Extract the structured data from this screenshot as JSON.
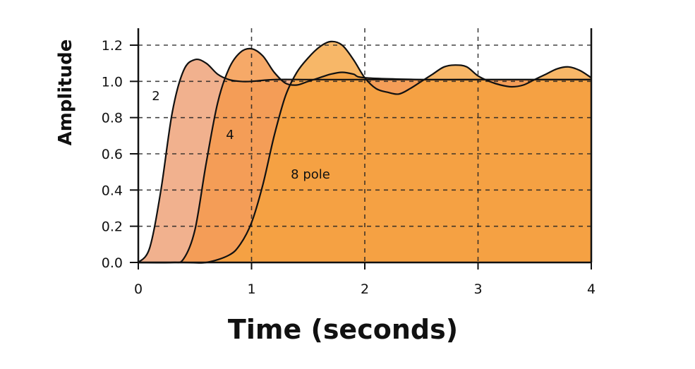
{
  "chart_data": {
    "type": "area",
    "title": "",
    "xlabel": "Time (seconds)",
    "ylabel": "Amplitude",
    "xlim": [
      0,
      4
    ],
    "ylim": [
      0,
      1.2
    ],
    "x_ticks": [
      "0",
      "1",
      "2",
      "3",
      "4"
    ],
    "y_ticks": [
      "0.0",
      "0.2",
      "0.4",
      "0.6",
      "0.8",
      "1.0",
      "1.2"
    ],
    "grid": true,
    "legend": "none",
    "colors": {
      "pole2": "#f0a882",
      "pole4": "#f59a4e",
      "pole8": "#f5a33e",
      "pole8_overshoot": "#f8cf88",
      "axis": "#111111",
      "grid": "#222222"
    },
    "series": [
      {
        "name": "2",
        "x": [
          0,
          0.1,
          0.2,
          0.3,
          0.4,
          0.5,
          0.6,
          0.7,
          0.8,
          0.9,
          1.0,
          1.2,
          1.5,
          1.8,
          2.0,
          2.5,
          3.0,
          3.5,
          4.0
        ],
        "y": [
          0,
          0.08,
          0.4,
          0.83,
          1.06,
          1.12,
          1.1,
          1.04,
          1.01,
          1.0,
          1.0,
          1.01,
          1.01,
          1.01,
          1.01,
          1.01,
          1.01,
          1.01,
          1.01
        ]
      },
      {
        "name": "4",
        "x": [
          0,
          0.3,
          0.4,
          0.5,
          0.6,
          0.7,
          0.8,
          0.9,
          1.0,
          1.1,
          1.2,
          1.3,
          1.4,
          1.5,
          1.6,
          1.7,
          1.8,
          1.9,
          2.0,
          2.5,
          3.0,
          3.5,
          4.0
        ],
        "y": [
          0,
          0.0,
          0.02,
          0.18,
          0.55,
          0.88,
          1.07,
          1.16,
          1.18,
          1.14,
          1.05,
          0.99,
          0.98,
          1.0,
          1.02,
          1.04,
          1.05,
          1.04,
          1.02,
          1.01,
          1.01,
          1.01,
          1.01
        ]
      },
      {
        "name": "8 pole",
        "x": [
          0,
          0.4,
          0.6,
          0.8,
          0.9,
          1.0,
          1.1,
          1.2,
          1.3,
          1.4,
          1.5,
          1.6,
          1.7,
          1.8,
          1.9,
          2.0,
          2.1,
          2.2,
          2.3,
          2.4,
          2.5,
          2.6,
          2.7,
          2.8,
          2.9,
          3.0,
          3.1,
          3.2,
          3.3,
          3.4,
          3.5,
          3.6,
          3.7,
          3.8,
          3.9,
          4.0
        ],
        "y": [
          0,
          0.0,
          0.0,
          0.04,
          0.1,
          0.22,
          0.43,
          0.7,
          0.92,
          1.05,
          1.13,
          1.19,
          1.22,
          1.2,
          1.12,
          1.02,
          0.96,
          0.94,
          0.93,
          0.96,
          1.0,
          1.04,
          1.08,
          1.09,
          1.08,
          1.03,
          1.0,
          0.98,
          0.97,
          0.98,
          1.01,
          1.04,
          1.07,
          1.08,
          1.06,
          1.02
        ]
      }
    ]
  }
}
